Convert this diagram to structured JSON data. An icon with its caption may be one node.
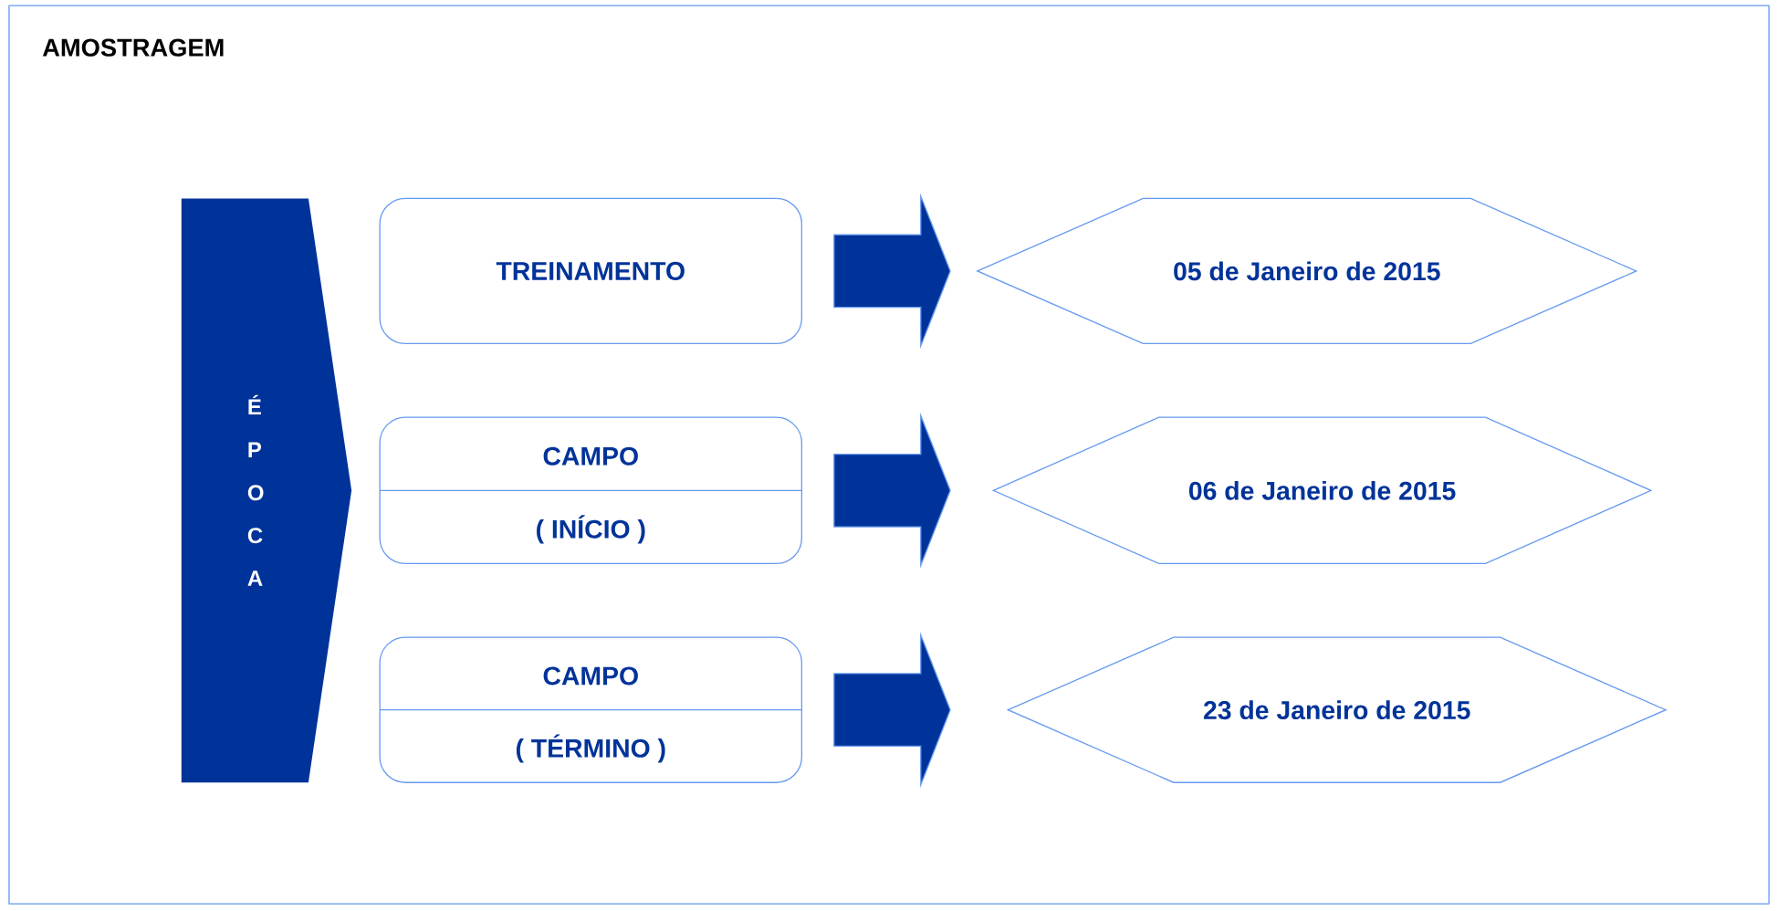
{
  "diagram": {
    "title": "AMOSTRAGEM",
    "nodes": [
      {
        "text": [
          "É P O C A"
        ]
      },
      {
        "text": [
          "TREINAMENTO"
        ]
      },
      {
        "text": [
          "CAMPO",
          "( INÍCIO )"
        ]
      },
      {
        "text": [
          "CAMPO",
          "( TÉRMINO )"
        ]
      },
      {
        "text": [
          "05 de Janeiro de 2015"
        ]
      },
      {
        "text": [
          "06 de Janeiro de 2015"
        ]
      },
      {
        "text": [
          "23 de Janeiro de 2015"
        ]
      }
    ],
    "edges": [
      {
        "from": 1,
        "to": 4,
        "arrow": "to"
      },
      {
        "from": 2,
        "to": 5,
        "arrow": "to"
      },
      {
        "from": 3,
        "to": 6,
        "arrow": "to"
      }
    ]
  }
}
